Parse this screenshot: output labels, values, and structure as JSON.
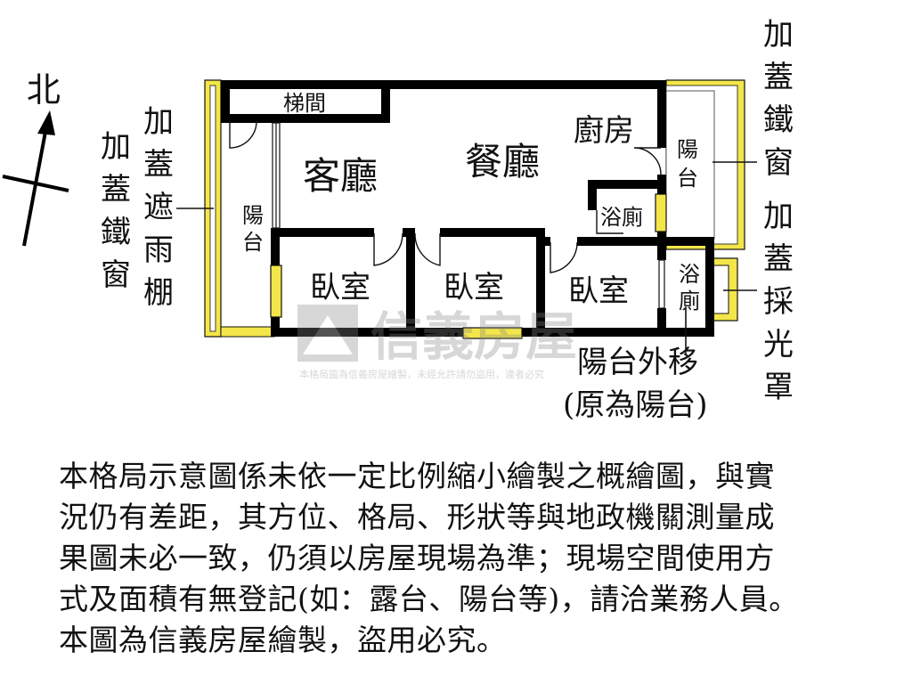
{
  "compass": {
    "north": "北"
  },
  "rooms": {
    "stairwell": "梯間",
    "living_room": "客廳",
    "dining_room": "餐廳",
    "kitchen": "廚房",
    "balcony_left": "陽台",
    "balcony_right": "陽台",
    "bathroom_1": "浴廁",
    "bathroom_2": "浴廁",
    "bedroom_1": "臥室",
    "bedroom_2": "臥室",
    "bedroom_3": "臥室"
  },
  "annotations": {
    "left_iron_window": "加蓋鐵窗",
    "left_awning": "加蓋遮雨棚",
    "right_iron_window": "加蓋鐵窗",
    "right_skylight": "加蓋採光罩",
    "balcony_moved": "陽台外移",
    "balcony_original": "(原為陽台)"
  },
  "watermark": {
    "brand": "信義房屋",
    "note": "本格局圖為信義房屋繪製，未經允許請勿盜用，違者必究"
  },
  "disclaimer": [
    "本格局示意圖係未依一定比例縮小繪製之概繪圖，與實",
    "況仍有差距，其方位、格局、形狀等與地政機關測量成",
    "果圖未必一致，仍須以房屋現場為準；現場空間使用方",
    "式及面積有無登記(如：露台、陽台等)，請洽業務人員。",
    "本圖為信義房屋繪製，盜用必究。"
  ]
}
